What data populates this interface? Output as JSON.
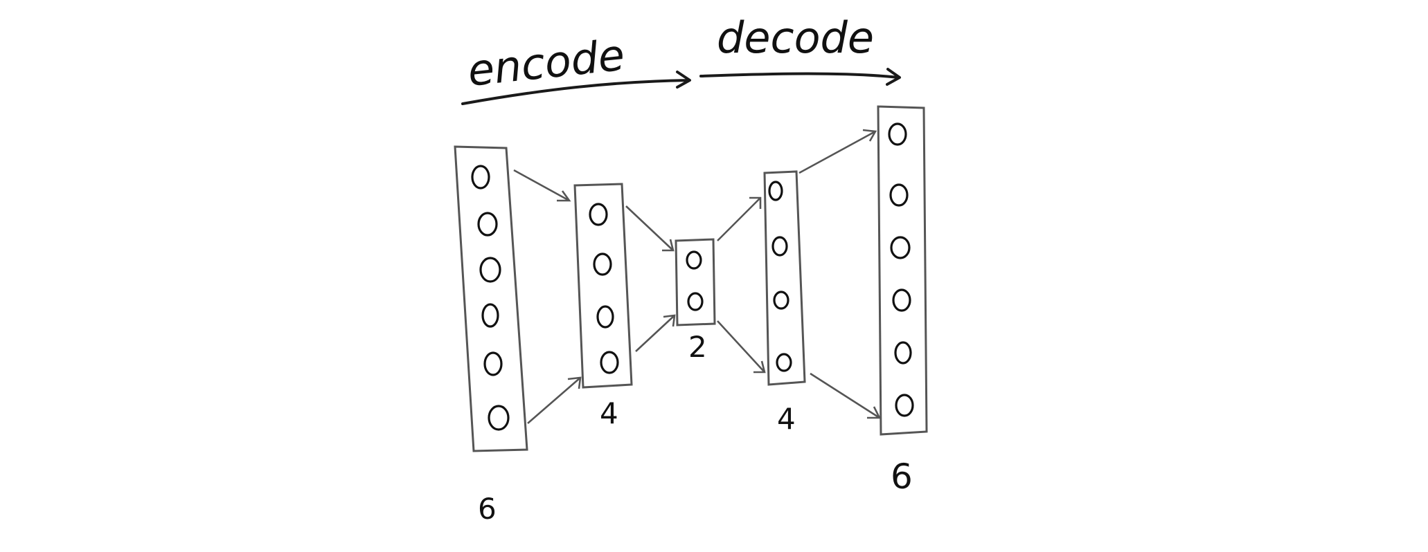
{
  "labels": {
    "encode": "encode",
    "decode": "decode"
  },
  "layers": [
    {
      "count_label": "6",
      "neurons": 6
    },
    {
      "count_label": "4",
      "neurons": 4
    },
    {
      "count_label": "2",
      "neurons": 2
    },
    {
      "count_label": "4",
      "neurons": 4
    },
    {
      "count_label": "6",
      "neurons": 6
    }
  ],
  "colors": {
    "ink": "#111111",
    "box": "#555555",
    "background": "#ffffff"
  }
}
